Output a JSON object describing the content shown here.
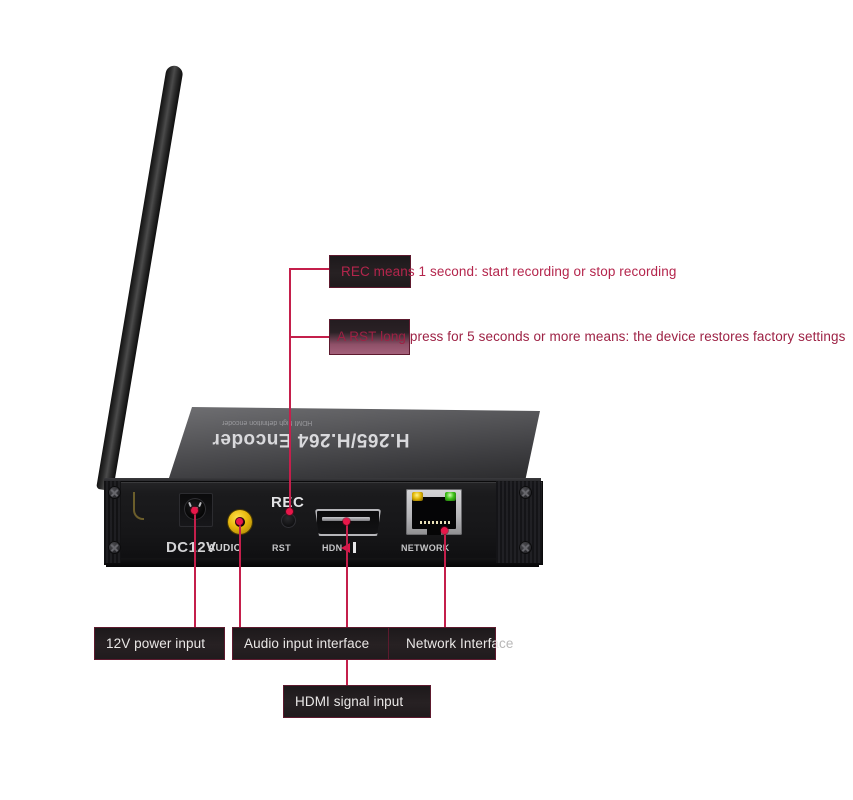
{
  "page": {
    "title": "H.265/H.264 Encoder annotated product photo",
    "background_color": "#ffffff",
    "accent_color": "#c41f4b",
    "label_box_color": "#231d1f"
  },
  "device": {
    "brand_text": "H.265/H.264 Encoder",
    "sub_text": "HDMI high definition encoder",
    "panel_labels": {
      "dc": "DC12V",
      "audio": "AUDIO",
      "rec": "REC",
      "rst": "RST",
      "hdmi": "HDN",
      "network": "NETWORK"
    },
    "leds": {
      "rj45_left": "amber",
      "rj45_right": "green",
      "hdmi_indicator": "red"
    }
  },
  "callouts": [
    {
      "id": "rec-note",
      "head": "REC mea",
      "tail": "ns 1 second: start recording or stop recording",
      "full_text": "REC means 1 second: start recording or stop recording",
      "style": "crimson"
    },
    {
      "id": "rst-note",
      "head": "A RST long pre",
      "tail": "ss for 5 seconds or more means: the device restores factory settings",
      "full_text": "A RST long press for 5 seconds or more means: the device restores factory settings",
      "style": "rose"
    },
    {
      "id": "power-note",
      "head": "12V power input",
      "tail": "",
      "full_text": "12V power input",
      "style": "light"
    },
    {
      "id": "audio-note",
      "head": "Audio input interface",
      "tail": "",
      "full_text": "Audio input interface",
      "style": "light"
    },
    {
      "id": "network-note",
      "head": "Network Interfa",
      "tail": "ce",
      "full_text": "Network Interface",
      "style": "light"
    },
    {
      "id": "hdmi-note",
      "head": "HDMI signal input",
      "tail": "",
      "full_text": "HDMI signal input",
      "style": "light"
    }
  ]
}
